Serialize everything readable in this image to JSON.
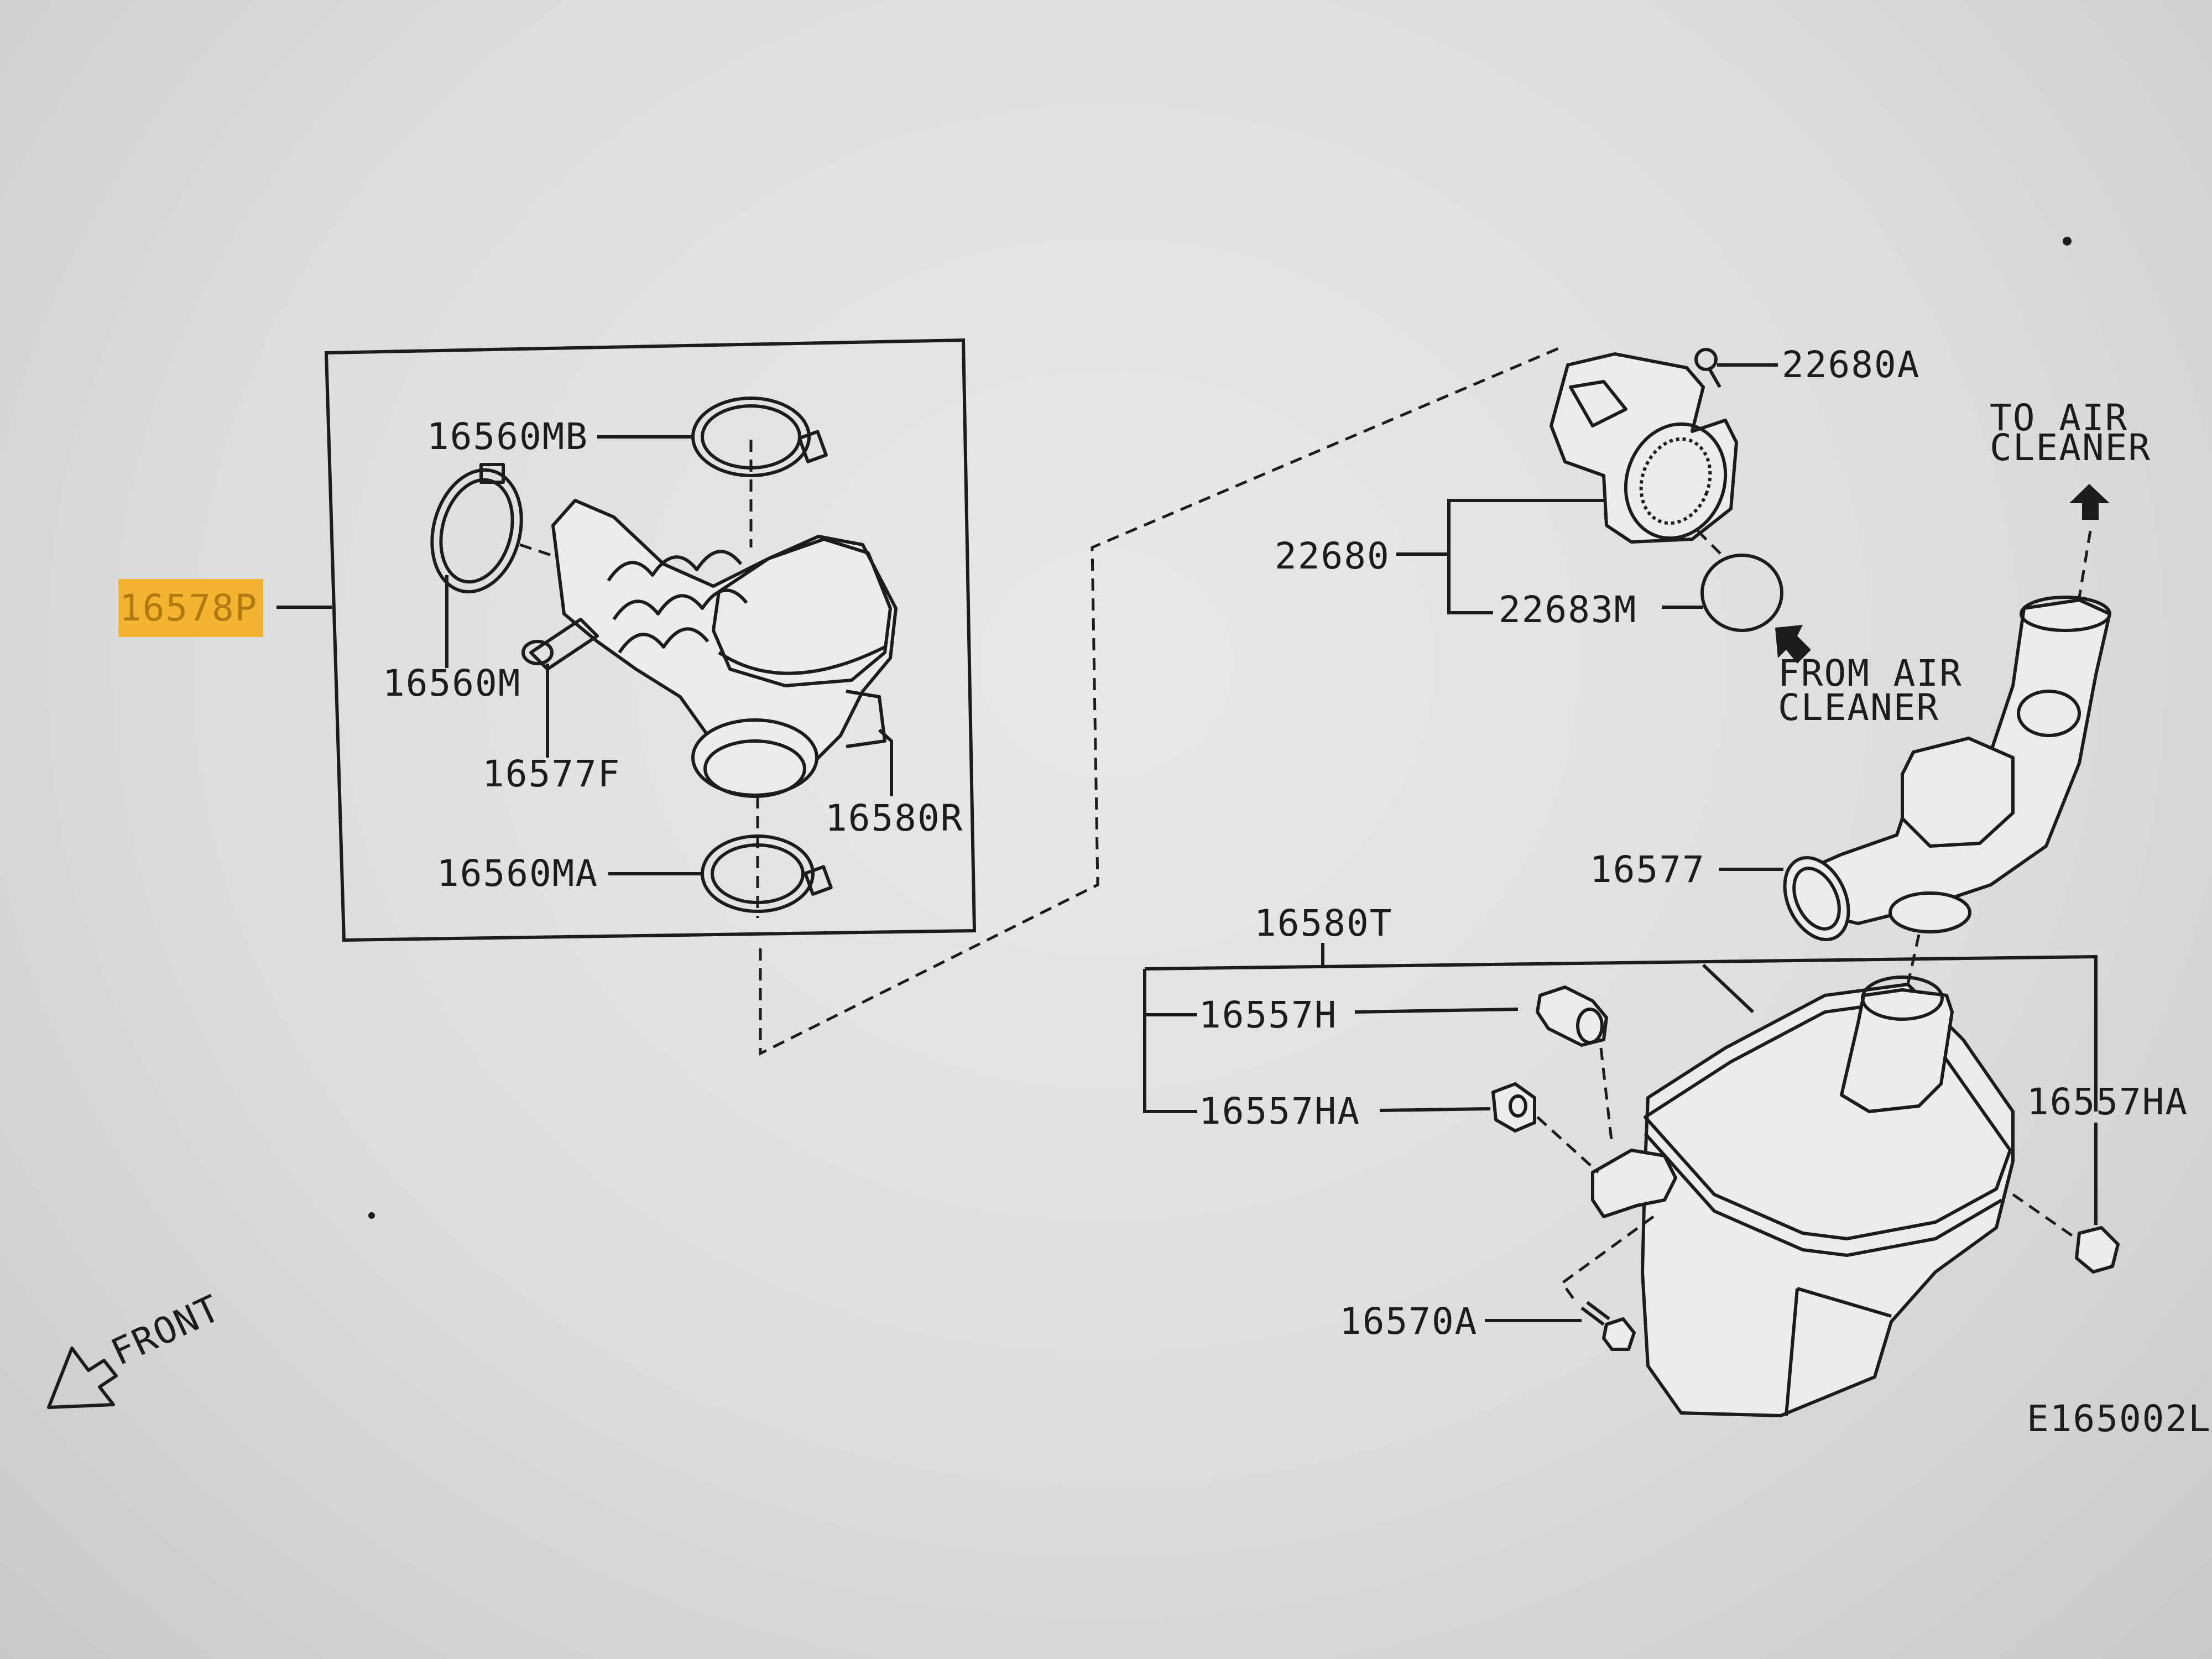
{
  "diagram": {
    "highlight_color": "#f2b431",
    "labels": {
      "p16578P": "16578P",
      "p16560MB": "16560MB",
      "p16560M": "16560M",
      "p16577F": "16577F",
      "p16580R": "16580R",
      "p16560MA": "16560MA",
      "p22680A": "22680A",
      "p22680": "22680",
      "p22683M": "22683M",
      "to_air_cleaner_1": "TO AIR",
      "to_air_cleaner_2": "CLEANER",
      "from_air_cleaner_1": "FROM AIR",
      "from_air_cleaner_2": "CLEANER",
      "p16577": "16577",
      "p16580T": "16580T",
      "p16557H": "16557H",
      "p16557HA_left": "16557HA",
      "p16557HA_right": "16557HA",
      "p16570A": "16570A",
      "front": "FRONT",
      "figure_code": "E165002L"
    }
  }
}
